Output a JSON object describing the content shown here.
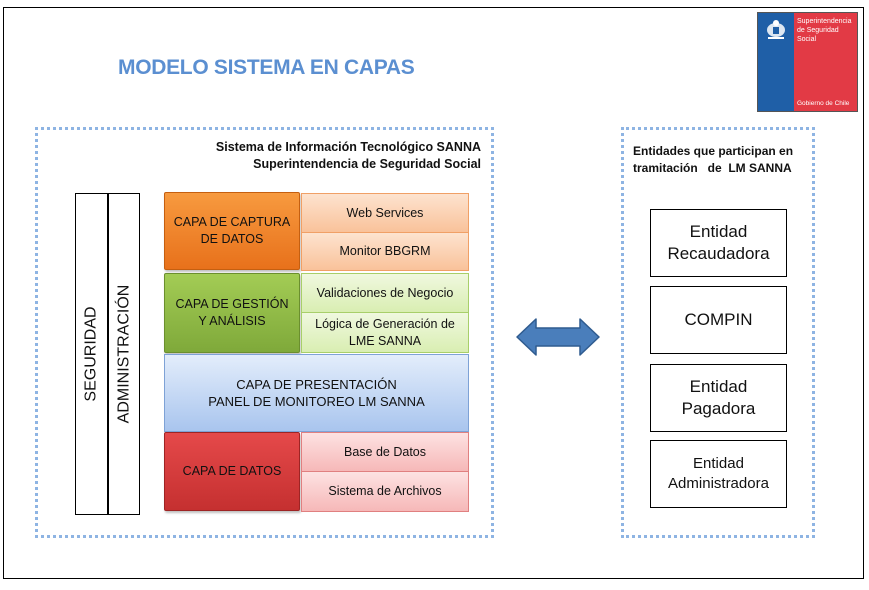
{
  "title": "MODELO SISTEMA EN CAPAS",
  "logo": {
    "line1": "Superintendencia",
    "line2": "de Seguridad",
    "line3": "Social",
    "footer": "Gobierno de Chile",
    "colors": {
      "blue": "#1f5fa7",
      "red": "#e23a45"
    }
  },
  "system": {
    "subtitle_line1": "Sistema de Información Tecnológico SANNA",
    "subtitle_line2": "Superintendencia de Seguridad Social",
    "side_bars": [
      "SEGURIDAD",
      "ADMINISTRACIÓN"
    ],
    "layers": [
      {
        "name_line1": "CAPA DE CAPTURA",
        "name_line2": "DE DATOS",
        "color": "#f08a2c",
        "components": [
          {
            "line1": "Web Services",
            "line2": ""
          },
          {
            "line1": "Monitor BBGRM",
            "line2": ""
          }
        ]
      },
      {
        "name_line1": "CAPA DE GESTIÓN",
        "name_line2": "Y ANÁLISIS",
        "color": "#8fb847",
        "components": [
          {
            "line1": "Validaciones de Negocio",
            "line2": ""
          },
          {
            "line1": "Lógica de Generación de",
            "line2": "LME SANNA"
          }
        ]
      },
      {
        "name_line1": "CAPA DE PRESENTACIÓN",
        "name_line2": "PANEL DE MONITOREO LM SANNA",
        "color": "#c6d9f4",
        "components": []
      },
      {
        "name_line1": "CAPA DE DATOS",
        "name_line2": "",
        "color": "#d43c3c",
        "components": [
          {
            "line1": "Base de Datos",
            "line2": ""
          },
          {
            "line1": "Sistema de Archivos",
            "line2": ""
          }
        ]
      }
    ]
  },
  "connector": {
    "type": "bidirectional-arrow",
    "color": "#4a7ebb"
  },
  "entities": {
    "title_line1": "Entidades que participan en",
    "title_line2": "tramitación   de  LM SANNA",
    "items": [
      {
        "line1": "Entidad",
        "line2": "Recaudadora"
      },
      {
        "line1": "COMPIN",
        "line2": ""
      },
      {
        "line1": "Entidad",
        "line2": "Pagadora"
      },
      {
        "line1": "Entidad",
        "line2": "Administradora"
      }
    ]
  }
}
